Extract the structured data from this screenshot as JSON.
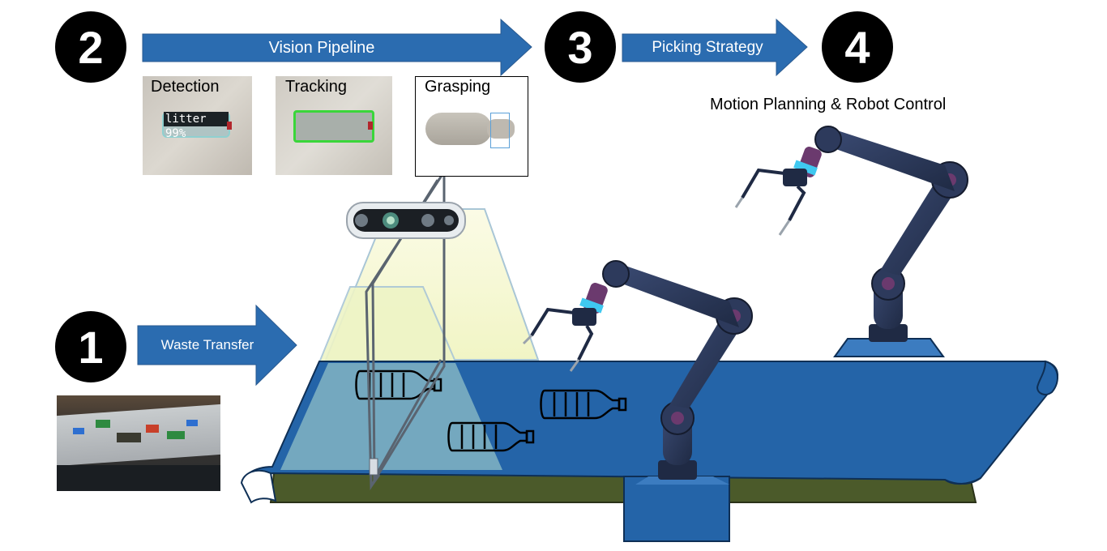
{
  "steps": {
    "s1": "1",
    "s2": "2",
    "s3": "3",
    "s4": "4"
  },
  "arrows": {
    "vision": "Vision Pipeline",
    "picking": "Picking Strategy",
    "waste": "Waste Transfer"
  },
  "thumbnails": {
    "detection": "Detection",
    "tracking": "Tracking",
    "grasping": "Grasping",
    "detection_tag": "litter 99%"
  },
  "motion": "Motion Planning & Robot Control",
  "colors": {
    "arrow": "#2B6CB0",
    "belt": "#2464A8",
    "belt_dark": "#4B5A2A",
    "robot": "#2D3A5C",
    "robot_joint": "#6B3A6E",
    "light_cone": "#F4F6C8",
    "green_box": "#3AD63A"
  },
  "icons": {
    "camera": "depth-camera-icon",
    "bottle": "plastic-bottle-icon",
    "robot": "robot-arm-icon"
  }
}
